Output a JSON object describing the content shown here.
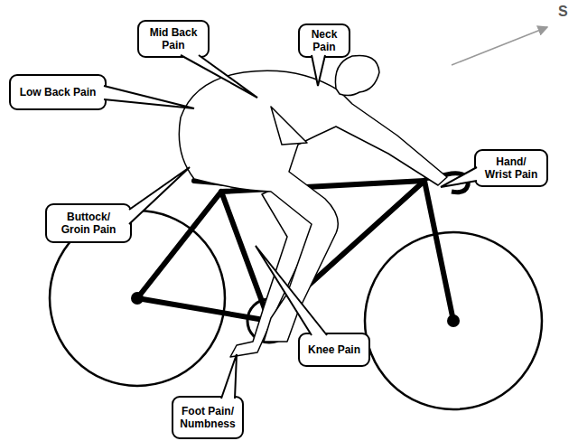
{
  "diagram": {
    "nodes": [
      {
        "text": [
          "Mid Back Pain"
        ]
      },
      {
        "text": [
          "Neck Pain"
        ]
      },
      {
        "text": [
          "Low Back Pain"
        ]
      },
      {
        "text": [
          "Hand/ Wrist Pain"
        ]
      },
      {
        "text": [
          "Buttock/ Groin Pain"
        ]
      },
      {
        "text": [
          "Knee Pain"
        ]
      },
      {
        "text": [
          "Foot Pain/ Numbness"
        ]
      }
    ],
    "labels": [
      "S"
    ]
  }
}
